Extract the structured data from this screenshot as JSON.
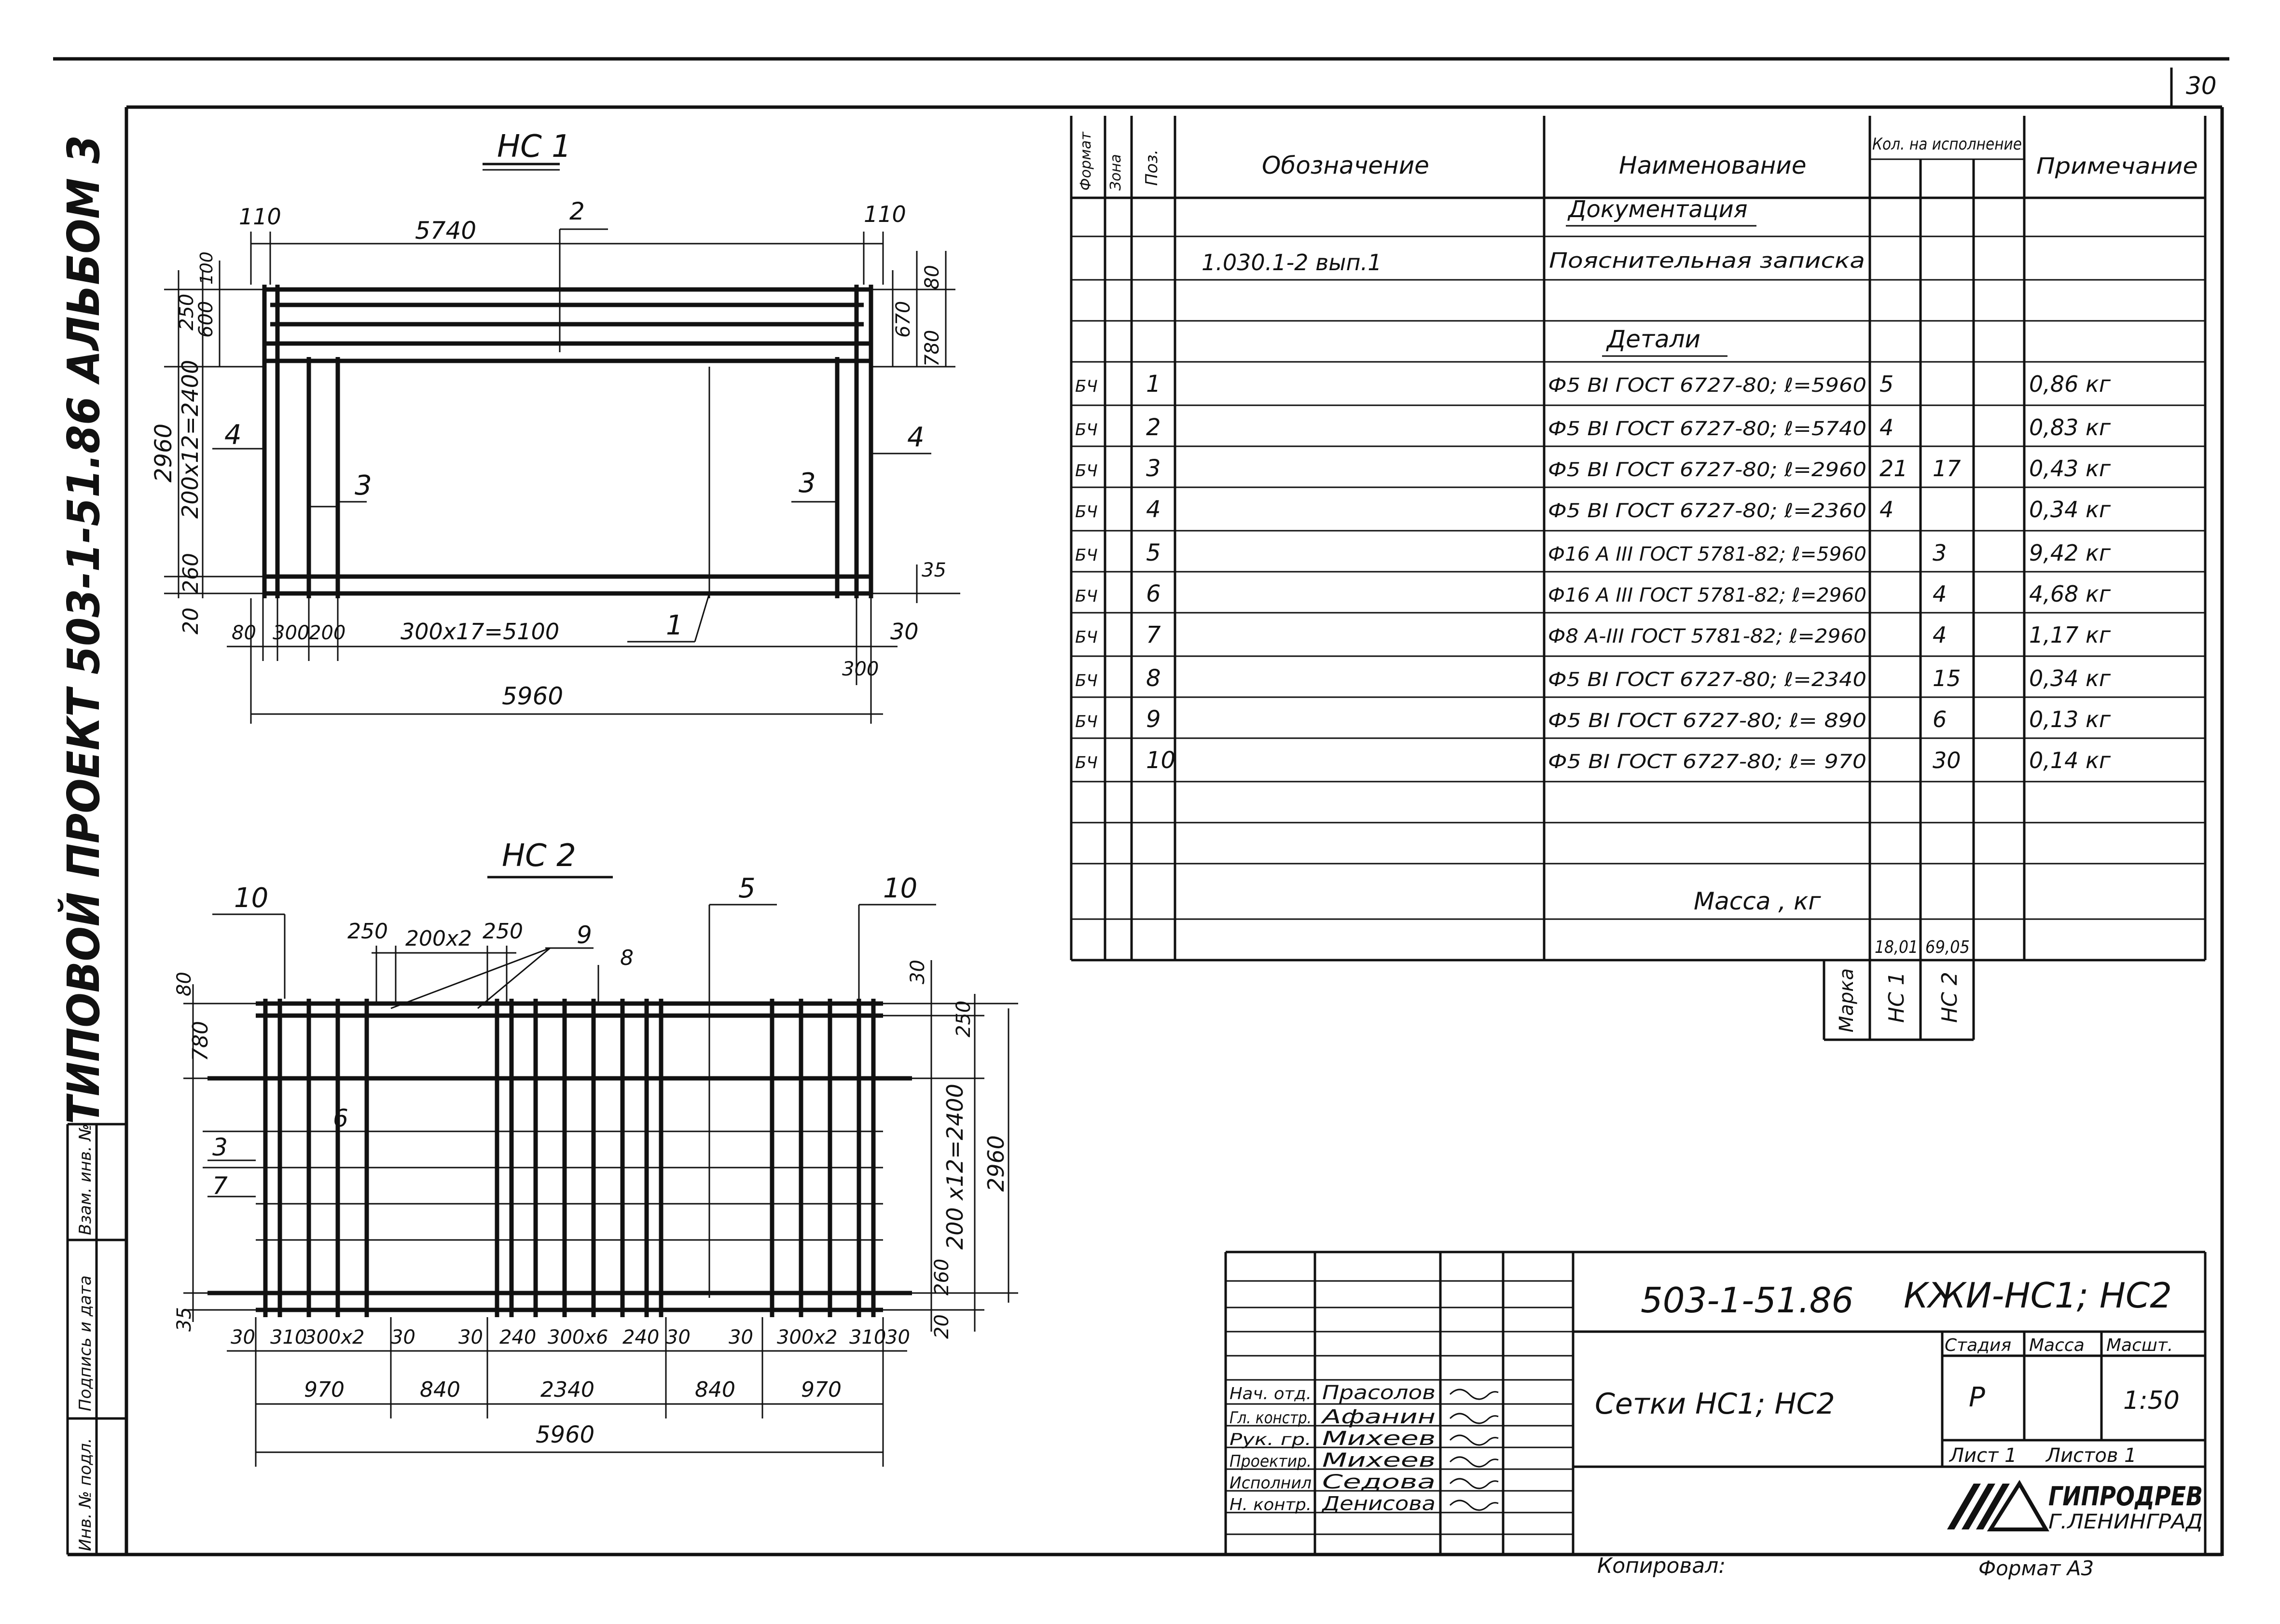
{
  "sheet": {
    "number": "30",
    "side_label": "ТИПОВОЙ ПРОЕКТ 503-1-51.86 АЛЬБОМ 3",
    "margin_fields": [
      "Инв. № подл.",
      "Подпись и дата",
      "Взам. инв. №"
    ],
    "bottom_left": "Копировал:",
    "bottom_right": "Формат А3"
  },
  "drawing_nc1": {
    "title": "НС 1",
    "dims": {
      "d110a": "110",
      "d5740": "5740",
      "d110b": "110",
      "d80": "80",
      "d250": "250",
      "d100": "100",
      "d600": "600",
      "d670": "670",
      "d780": "780",
      "d2960": "2960",
      "d200x12": "200х12=2400",
      "d260": "260",
      "d20": "20",
      "d35": "35",
      "b80": "80",
      "b300": "300",
      "b200": "200",
      "b300x17": "300х17=5100",
      "b30": "30",
      "b300r": "300",
      "b5960": "5960"
    },
    "positions": {
      "p1": "1",
      "p2": "2",
      "p3a": "3",
      "p3b": "3",
      "p4a": "4",
      "p4b": "4"
    }
  },
  "drawing_nc2": {
    "title": "НС 2",
    "dims": {
      "t250a": "250",
      "t200x2": "200х2",
      "t250b": "250",
      "l80": "80",
      "l780": "780",
      "l35": "35",
      "r30": "30",
      "r250": "250",
      "r200x12": "200 х12=2400",
      "r2960": "2960",
      "r260": "260",
      "r20": "20",
      "b30a": "30",
      "b310": "310",
      "b300x2": "300х2",
      "b30b": "30",
      "b30c": "30",
      "b240a": "240",
      "b300x6": "300х6",
      "b240b": "240",
      "b30d": "30",
      "b30e": "30",
      "b300x2b": "300х2",
      "b310b": "310",
      "b30f": "30",
      "c970a": "970",
      "c840a": "840",
      "c2340": "2340",
      "c840b": "840",
      "c970b": "970",
      "c5960": "5960"
    },
    "positions": {
      "p10a": "10",
      "p10b": "10",
      "p5": "5",
      "p9": "9",
      "p8": "8",
      "p6": "6",
      "p3": "3",
      "p7": "7"
    }
  },
  "spec_table": {
    "headers": {
      "format": "Формат",
      "zone": "Зона",
      "pos": "Поз.",
      "designation": "Обозначение",
      "name": "Наименование",
      "qty": "Кол. на исполнение",
      "note": "Примечание"
    },
    "section_docs": "Документация",
    "doc_row": {
      "designation": "1.030.1-2 вып.1",
      "name": "Пояснительная записка"
    },
    "section_parts": "Детали",
    "rows": [
      {
        "fmt": "БЧ",
        "pos": "1",
        "name": "Ф5 ВI ГОСТ 6727-80; ℓ=5960",
        "q1": "5",
        "q2": "",
        "note": "0,86 кг"
      },
      {
        "fmt": "БЧ",
        "pos": "2",
        "name": "Ф5 ВI ГОСТ 6727-80; ℓ=5740",
        "q1": "4",
        "q2": "",
        "note": "0,83 кг"
      },
      {
        "fmt": "БЧ",
        "pos": "3",
        "name": "Ф5 ВI ГОСТ 6727-80; ℓ=2960",
        "q1": "21",
        "q2": "17",
        "note": "0,43 кг"
      },
      {
        "fmt": "БЧ",
        "pos": "4",
        "name": "Ф5 ВI ГОСТ 6727-80; ℓ=2360",
        "q1": "4",
        "q2": "",
        "note": "0,34 кг"
      },
      {
        "fmt": "БЧ",
        "pos": "5",
        "name": "Ф16 А III ГОСТ 5781-82; ℓ=5960",
        "q1": "",
        "q2": "3",
        "note": "9,42 кг"
      },
      {
        "fmt": "БЧ",
        "pos": "6",
        "name": "Ф16 А III ГОСТ 5781-82; ℓ=2960",
        "q1": "",
        "q2": "4",
        "note": "4,68 кг"
      },
      {
        "fmt": "БЧ",
        "pos": "7",
        "name": "Ф8 А-III ГОСТ 5781-82; ℓ=2960",
        "q1": "",
        "q2": "4",
        "note": "1,17 кг"
      },
      {
        "fmt": "БЧ",
        "pos": "8",
        "name": "Ф5 ВI ГОСТ 6727-80; ℓ=2340",
        "q1": "",
        "q2": "15",
        "note": "0,34 кг"
      },
      {
        "fmt": "БЧ",
        "pos": "9",
        "name": "Ф5 ВI ГОСТ 6727-80; ℓ= 890",
        "q1": "",
        "q2": "6",
        "note": "0,13 кг"
      },
      {
        "fmt": "БЧ",
        "pos": "10",
        "name": "Ф5 ВI ГОСТ 6727-80; ℓ= 970",
        "q1": "",
        "q2": "30",
        "note": "0,14 кг"
      }
    ],
    "mass_label": "Масса , кг",
    "mass_values": {
      "nc1": "18,01",
      "nc2": "69,05"
    },
    "marka_label": "Марка",
    "marks": {
      "nc1": "НС 1",
      "nc2": "НС 2"
    }
  },
  "title_block": {
    "code": "503-1-51.86",
    "sheet_code": "КЖИ-НС1; НС2",
    "title": "Сетки НС1; НС2",
    "stage_label": "Стадия",
    "mass_label": "Масса",
    "scale_label": "Масшт.",
    "stage": "Р",
    "scale": "1:50",
    "sheet_label": "Лист 1",
    "sheets_label": "Листов 1",
    "org_line1": "ГИПРОДРЕВ",
    "org_line2": "Г.ЛЕНИНГРАД",
    "signers": [
      {
        "role": "Нач. отд.",
        "name": "Прасолов"
      },
      {
        "role": "Гл. констр.",
        "name": "Афанин"
      },
      {
        "role": "Рук. гр.",
        "name": "Михеев"
      },
      {
        "role": "Проектир.",
        "name": "Михеев"
      },
      {
        "role": "Исполнил",
        "name": "Седова"
      },
      {
        "role": "Н. контр.",
        "name": "Денисова"
      }
    ]
  }
}
